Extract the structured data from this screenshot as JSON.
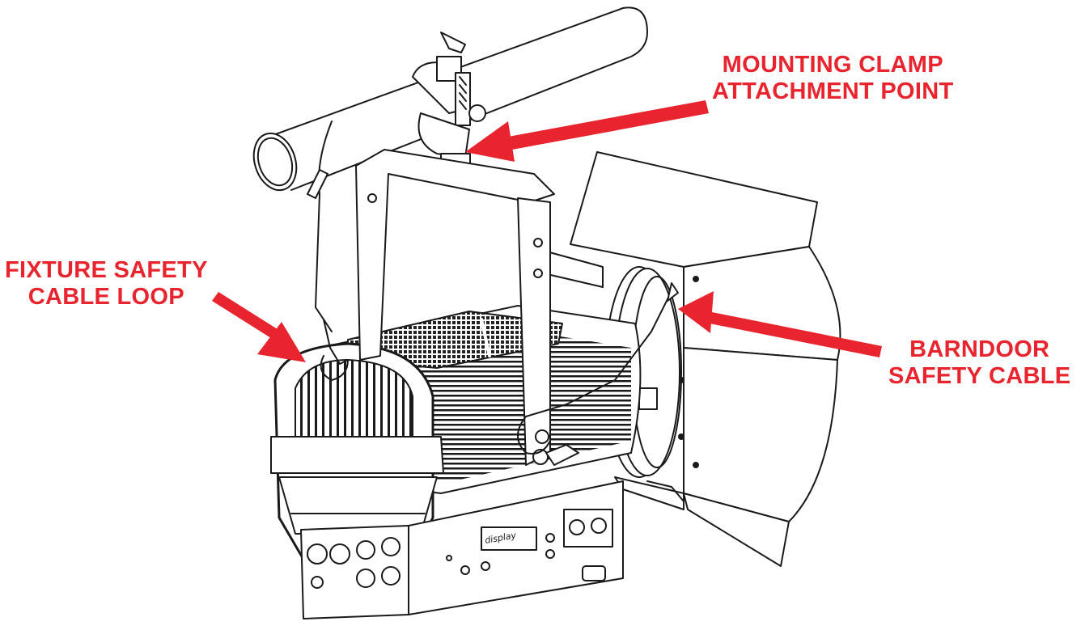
{
  "diagram": {
    "accent_color": "#e8242f",
    "line_color": "#1a1a1a",
    "callouts": {
      "mounting_clamp": {
        "lines": [
          "MOUNTING CLAMP",
          "ATTACHMENT POINT"
        ]
      },
      "fixture_safety": {
        "lines": [
          "FIXTURE SAFETY",
          "CABLE LOOP"
        ]
      },
      "barndoor_safety": {
        "lines": [
          "BARNDOOR",
          "SAFETY CABLE"
        ]
      }
    },
    "display_text": "display",
    "icons": [
      "pipe",
      "c-clamp",
      "yoke",
      "fixture-body",
      "barndoors",
      "safety-cable",
      "connectors",
      "arrow"
    ]
  }
}
